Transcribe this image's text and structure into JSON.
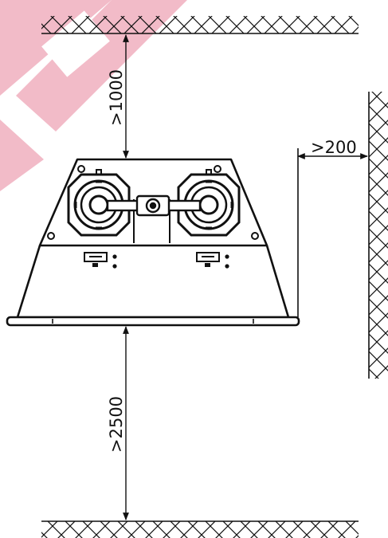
{
  "dimensions": {
    "ceiling_clearance": ">1000",
    "wall_clearance": ">200",
    "floor_clearance": ">2500"
  },
  "colors": {
    "line": "#111111",
    "watermark": "#f2b8c6"
  },
  "icons": {
    "fan_left": "fan-icon",
    "fan_right": "fan-icon",
    "hatch": "hatch-pattern"
  }
}
